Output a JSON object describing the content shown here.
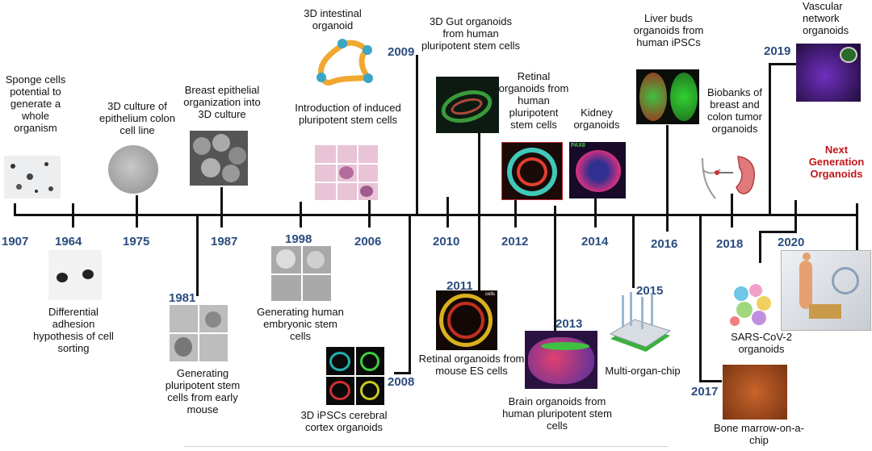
{
  "milestones": {
    "y1907": {
      "year": "1907",
      "label": "Sponge cells potential to generate a whole organism"
    },
    "y1964": {
      "year": "1964",
      "label": "Differential adhesion hypothesis of cell sorting"
    },
    "y1975": {
      "year": "1975",
      "label": "3D culture of epithelium colon cell line"
    },
    "y1981": {
      "year": "1981",
      "label": "Generating pluripotent stem cells from early mouse"
    },
    "y1987": {
      "year": "1987",
      "label": "Breast epithelial organization into 3D culture"
    },
    "y1998": {
      "year": "1998",
      "label": "Generating human embryonic stem cells"
    },
    "y2006": {
      "year": "2006",
      "label": "Introduction of induced pluripotent stem cells"
    },
    "y2008": {
      "year": "2008",
      "label": "3D iPSCs cerebral cortex organoids"
    },
    "y2009": {
      "year": "2009",
      "label": "3D intestinal organoid"
    },
    "y2010": {
      "year": "2010",
      "label": "3D Gut organoids from human pluripotent stem cells"
    },
    "y2011": {
      "year": "2011",
      "label": "Retinal organoids from mouse ES cells"
    },
    "y2012": {
      "year": "2012",
      "label": "Retinal organoids from human pluripotent stem cells"
    },
    "y2013": {
      "year": "2013",
      "label": "Brain organoids from human pluripotent stem cells"
    },
    "y2014": {
      "year": "2014",
      "label": "Kidney organoids"
    },
    "y2015": {
      "year": "2015",
      "label": "Multi-organ-chip"
    },
    "y2016": {
      "year": "2016",
      "label": "Liver buds organoids from human iPSCs"
    },
    "y2017": {
      "year": "2017",
      "label": "Bone marrow-on-a-chip"
    },
    "y2018": {
      "year": "2018",
      "label": "Biobanks of breast and colon tumor organoids"
    },
    "y2019": {
      "year": "2019",
      "label": "Vascular network organoids"
    },
    "y2020": {
      "year": "2020",
      "label": "SARS-CoV-2 organoids"
    },
    "next": {
      "label": "Next Generation Organoids"
    }
  },
  "image_inset_labels": {
    "kidney": "PAX8",
    "retina2011": "cells"
  },
  "colors": {
    "year_blue": "#2b4c7e",
    "next_red": "#c0161a",
    "axis": "#111111"
  }
}
